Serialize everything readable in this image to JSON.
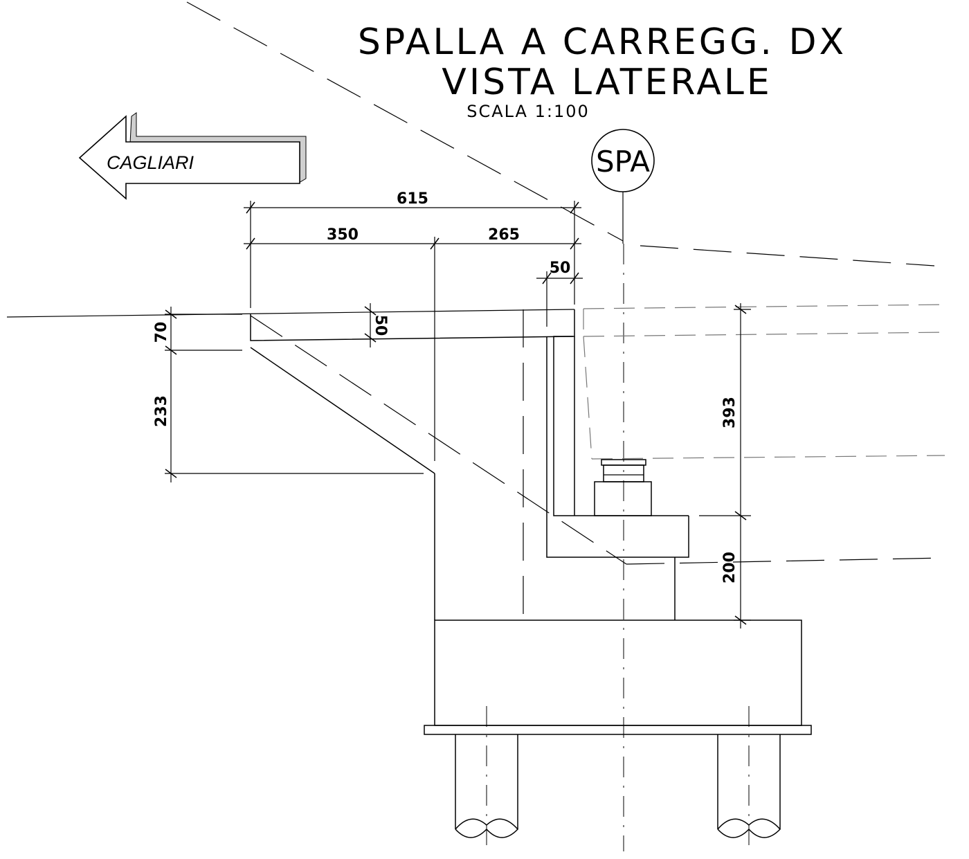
{
  "title": {
    "line1": "SPALLA A CARREGG. DX",
    "line2": "VISTA LATERALE",
    "scale": "SCALA 1:100"
  },
  "direction_arrow": {
    "label": "CAGLIARI"
  },
  "section_marker": {
    "label": "SPA"
  },
  "dimensions": {
    "total_width": "615",
    "left_width": "350",
    "right_width": "265",
    "wall_thickness": "50",
    "slab_thickness_left": "70",
    "slab_thickness_mid": "50",
    "wing_height": "233",
    "backwall_height": "393",
    "seat_height": "200"
  }
}
